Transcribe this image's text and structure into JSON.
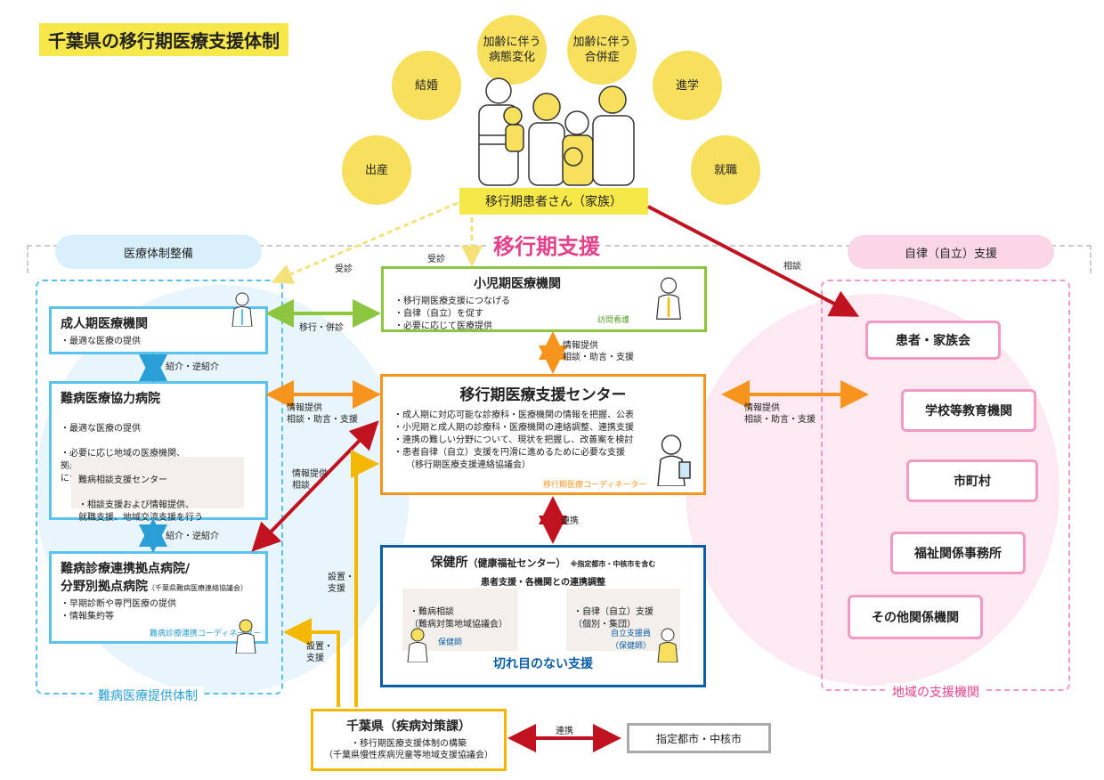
{
  "title": "千葉県の移行期医療支援体制",
  "life_events": [
    "出産",
    "結婚",
    "加齢に伴う\n病態変化",
    "加齢に伴う\n合併症",
    "進学",
    "就職"
  ],
  "family_label": "移行期患者さん（家族）",
  "banner": "移行期支援",
  "left_pill": "医療体制整備",
  "right_pill": "自律（自立）支援",
  "left_section_caption": "難病医療提供体制",
  "right_section_caption": "地域の支援機関",
  "pediatric": {
    "title": "小児期医療機関",
    "items": [
      "移行期医療支援につなげる",
      "自律（自立）を促す",
      "必要に応じて医療提供"
    ],
    "staff": "訪問看護"
  },
  "adult": {
    "title": "成人期医療機関",
    "items": [
      "最適な医療の提供"
    ]
  },
  "cooperation": {
    "title": "難病医療協力病院",
    "items": [
      "最適な医療の提供",
      "必要に応じ地域の医療機関、\n拠点病院、産婦人科等の専門科\nにつなげる"
    ],
    "sub_title": "難病相談支援センター",
    "sub_item": "・相談支援および情報提供、\n就職支援、地域交流支援を行う"
  },
  "base": {
    "title1": "難病診療連携拠点病院/",
    "title2": "分野別拠点病院",
    "title2_note": "（千葉県難病医療連絡協議会）",
    "items": [
      "早期診断や専門医療の提供",
      "情報集約等"
    ],
    "coordinator": "難病診療連携コーディネーター"
  },
  "center": {
    "title": "移行期医療支援センター",
    "items": [
      "成人期に対応可能な診療科・医療機関の情報を把握、公表",
      "小児期と成人期の診療科・医療機関の連絡調整、連携支援",
      "連携の難しい分野について、現状を把握し、改善案を検討",
      "患者自律（自立）支援を円滑に進めるために必要な支援"
    ],
    "note": "（移行期医療支援連絡協議会）",
    "coordinator": "移行期医療コーディネーター"
  },
  "health_center": {
    "title": "保健所",
    "title_sub": "（健康福祉センター）",
    "title_note": "※指定都市・中核市を含む",
    "subtitle": "患者支援・各機関との連携調整",
    "left_item": "・難病相談\n（難病対策地域協議会）",
    "left_staff": "保健師",
    "right_item": "・自律（自立）支援\n（個別・集団）",
    "right_staff": "自立支援員\n（保健師）",
    "footer": "切れ目のない支援"
  },
  "prefecture": {
    "title": "千葉県（疾病対策課）",
    "item": "・移行期医療支援体制の構築",
    "note": "（千葉県慢性疾病児童等地域支援協議会）"
  },
  "city_box": "指定都市・中核市",
  "support_orgs": [
    "患者・家族会",
    "学校等教育機関",
    "市町村",
    "福祉関係事務所",
    "その他関係機関"
  ],
  "arrow_labels": {
    "consult_left": "受診",
    "consult_center": "受診",
    "sodan": "相談",
    "transfer": "移行・併診",
    "info_ped": "情報提供\n相談・助言・支援",
    "info_coop": "情報提供\n相談・助言・支援",
    "info_right": "情報提供\n相談・助言・支援",
    "info_base": "情報提供\n相談",
    "referral1": "紹介・逆紹介",
    "referral2": "紹介・逆紹介",
    "renkei1": "連携",
    "renkei2": "連携",
    "setchi1": "設置・\n支援",
    "setchi2": "設置・\n支援"
  },
  "colors": {
    "yellow": "#f6e05e",
    "green": "#8cc63f",
    "orange": "#f7941d",
    "blue": "#59c3ee",
    "darkblue": "#0a5ea8",
    "pink": "#f09ac4",
    "red": "#c1121f",
    "gold": "#f5b800"
  }
}
